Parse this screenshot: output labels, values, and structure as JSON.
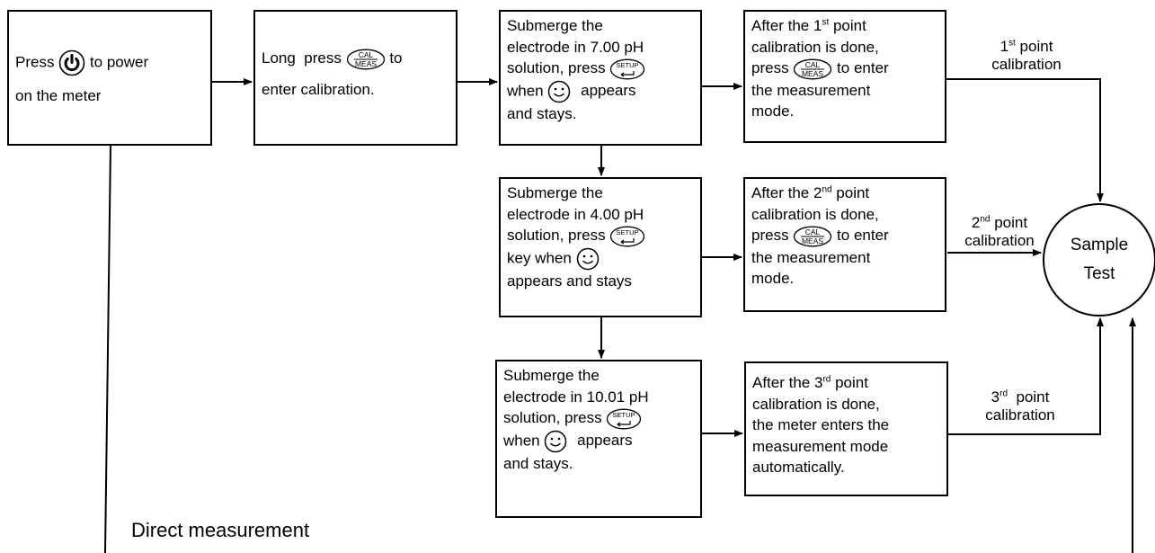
{
  "boxes": {
    "power": {
      "pre": "Press",
      "post": "to power",
      "line2": "on the meter",
      "icon": "power-button-icon"
    },
    "cal": {
      "pre": "Long  press",
      "post": "to",
      "line2": "enter calibration.",
      "icon": "cal-meas-key-icon"
    },
    "sub7": {
      "l1": "Submerge the",
      "l2": "electrode in 7.00 pH",
      "l3": "solution, press",
      "l4a": "when",
      "l4b": "appears",
      "l5": "and stays."
    },
    "done1": {
      "l1a": "After the 1",
      "sup": "st",
      "l1b": " point",
      "l2": "calibration is done,",
      "l3a": "press",
      "l3b": "to enter",
      "l4": "the measurement",
      "l5": "mode."
    },
    "sub4": {
      "l1": "Submerge the",
      "l2": "electrode in 4.00 pH",
      "l3": "solution, press",
      "l4a": "key when",
      "l5": "appears and stays"
    },
    "done2": {
      "l1a": "After the 2",
      "sup": "nd",
      "l1b": " point",
      "l2": "calibration is done,",
      "l3a": "press",
      "l3b": "to enter",
      "l4": "the measurement",
      "l5": "mode."
    },
    "sub10": {
      "l1": "Submerge the",
      "l2": "electrode in 10.01 pH",
      "l3": "solution, press",
      "l4a": "when",
      "l4b": "appears",
      "l5": "and stays."
    },
    "done3": {
      "l1a": "After the 3",
      "sup": "rd",
      "l1b": " point",
      "l2": "calibration is done,",
      "l3": "the meter enters the",
      "l4": "measurement mode",
      "l5": "automatically."
    }
  },
  "keys": {
    "cal_top": "CAL",
    "cal_bottom": "MEAS",
    "setup": "SETUP"
  },
  "labels": {
    "p1_pre": "1",
    "p1_sup": "st",
    "p1_post": " point",
    "p1_line2": "calibration",
    "p2_pre": "2",
    "p2_sup": "nd",
    "p2_post": " point",
    "p2_line2": "calibration",
    "p3_pre": "3",
    "p3_sup": "rd",
    "p3_post": "  point",
    "p3_line2": "calibration",
    "direct": "Direct measurement"
  },
  "circle": {
    "line1": "Sample",
    "line2": "Test"
  }
}
